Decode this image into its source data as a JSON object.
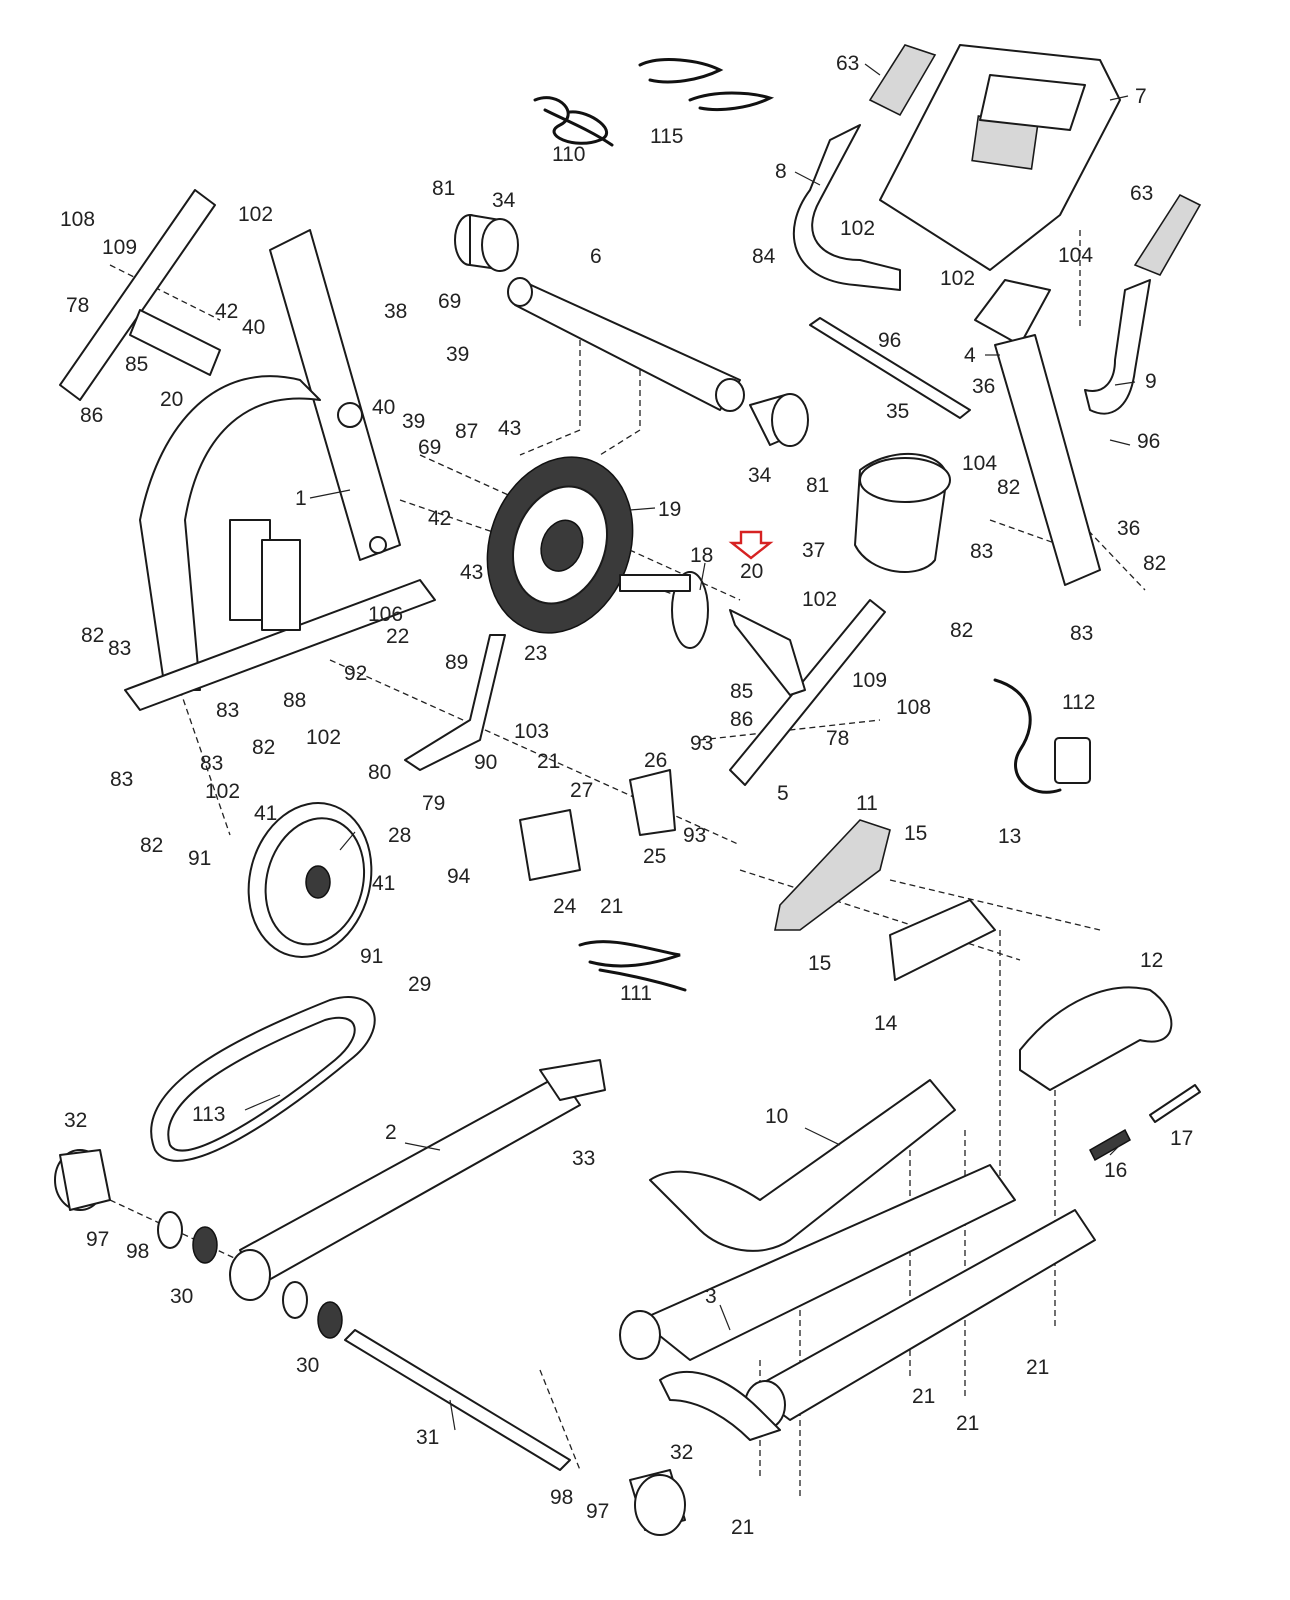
{
  "diagram": {
    "highlight": {
      "part": "20",
      "color": "#d62222",
      "arrow": "down"
    },
    "callouts": [
      "63",
      "7",
      "115",
      "110",
      "8",
      "102",
      "104",
      "63",
      "102",
      "9",
      "4",
      "96",
      "35",
      "36",
      "96",
      "104",
      "82",
      "36",
      "83",
      "82",
      "82",
      "83",
      "37",
      "34",
      "81",
      "6",
      "84",
      "34",
      "81",
      "19",
      "18",
      "20",
      "102",
      "109",
      "108",
      "85",
      "86",
      "78",
      "112",
      "102",
      "109",
      "108",
      "78",
      "85",
      "20",
      "86",
      "42",
      "40",
      "38",
      "69",
      "39",
      "40",
      "39",
      "69",
      "87",
      "43",
      "42",
      "43",
      "1",
      "106",
      "22",
      "92",
      "89",
      "23",
      "88",
      "82",
      "83",
      "83",
      "102",
      "83",
      "82",
      "83",
      "82",
      "102",
      "41",
      "91",
      "28",
      "41",
      "91",
      "29",
      "80",
      "79",
      "90",
      "103",
      "21",
      "27",
      "26",
      "93",
      "93",
      "25",
      "94",
      "24",
      "21",
      "5",
      "11",
      "15",
      "13",
      "15",
      "14",
      "12",
      "111",
      "113",
      "2",
      "33",
      "32",
      "97",
      "98",
      "30",
      "30",
      "31",
      "98",
      "97",
      "32",
      "10",
      "17",
      "16",
      "3",
      "21",
      "21",
      "21",
      "21"
    ]
  }
}
